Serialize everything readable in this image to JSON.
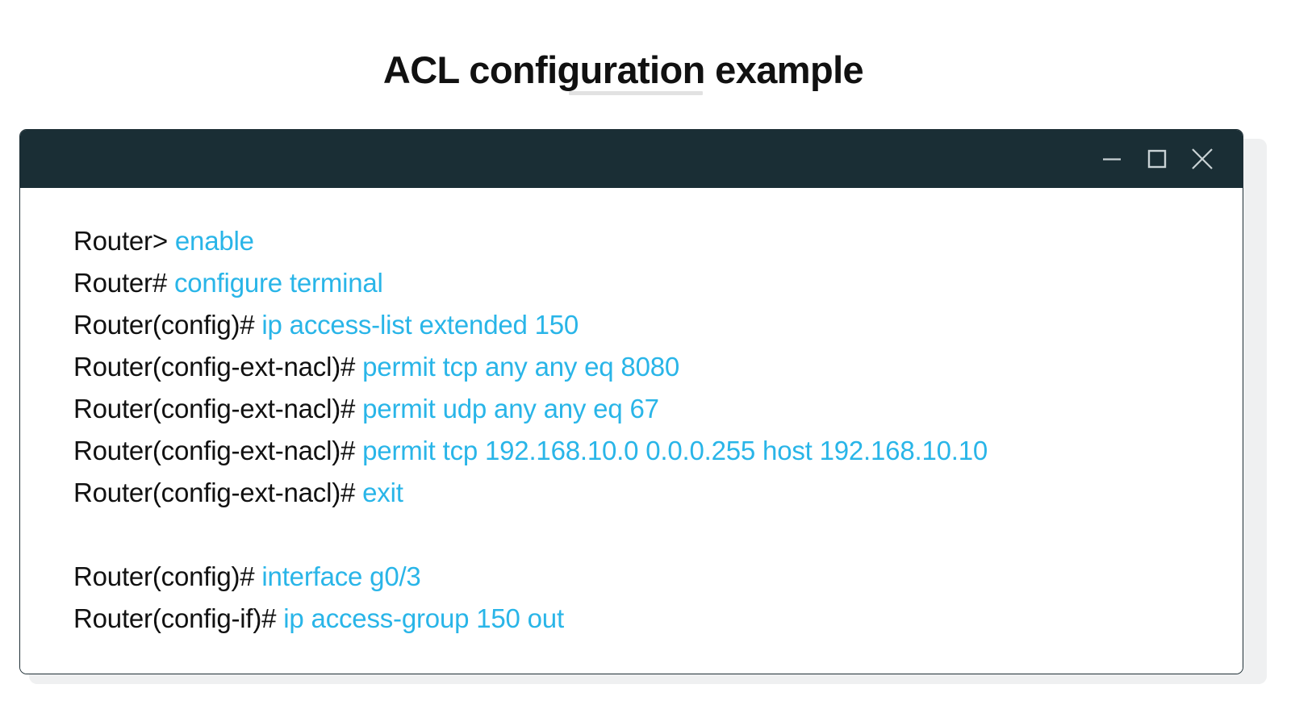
{
  "header": {
    "title": "ACL configuration example"
  },
  "terminal": {
    "window_controls": [
      {
        "name": "minimize",
        "glyph": "minimize-icon",
        "label": "Minimize"
      },
      {
        "name": "maximize",
        "glyph": "maximize-icon",
        "label": "Maximize"
      },
      {
        "name": "close",
        "glyph": "close-icon",
        "label": "Close"
      }
    ],
    "colors": {
      "titlebar": "#1a2e35",
      "command": "#29b5e8",
      "prompt": "#111111",
      "background": "#ffffff",
      "rule": "#e2e2e2",
      "shadow": "#eff0f1"
    },
    "lines": [
      {
        "prompt": "Router> ",
        "command": "enable"
      },
      {
        "prompt": "Router# ",
        "command": "configure terminal"
      },
      {
        "prompt": "Router(config)# ",
        "command": "ip access-list extended 150"
      },
      {
        "prompt": "Router(config-ext-nacl)# ",
        "command": "permit tcp any any eq 8080"
      },
      {
        "prompt": "Router(config-ext-nacl)# ",
        "command": "permit udp any any eq 67"
      },
      {
        "prompt": "Router(config-ext-nacl)# ",
        "command": "permit tcp 192.168.10.0 0.0.0.255 host 192.168.10.10"
      },
      {
        "prompt": "Router(config-ext-nacl)# ",
        "command": "exit"
      },
      {
        "prompt": "",
        "command": ""
      },
      {
        "prompt": "Router(config)# ",
        "command": "interface g0/3"
      },
      {
        "prompt": "Router(config-if)# ",
        "command": "ip access-group 150 out"
      }
    ]
  }
}
